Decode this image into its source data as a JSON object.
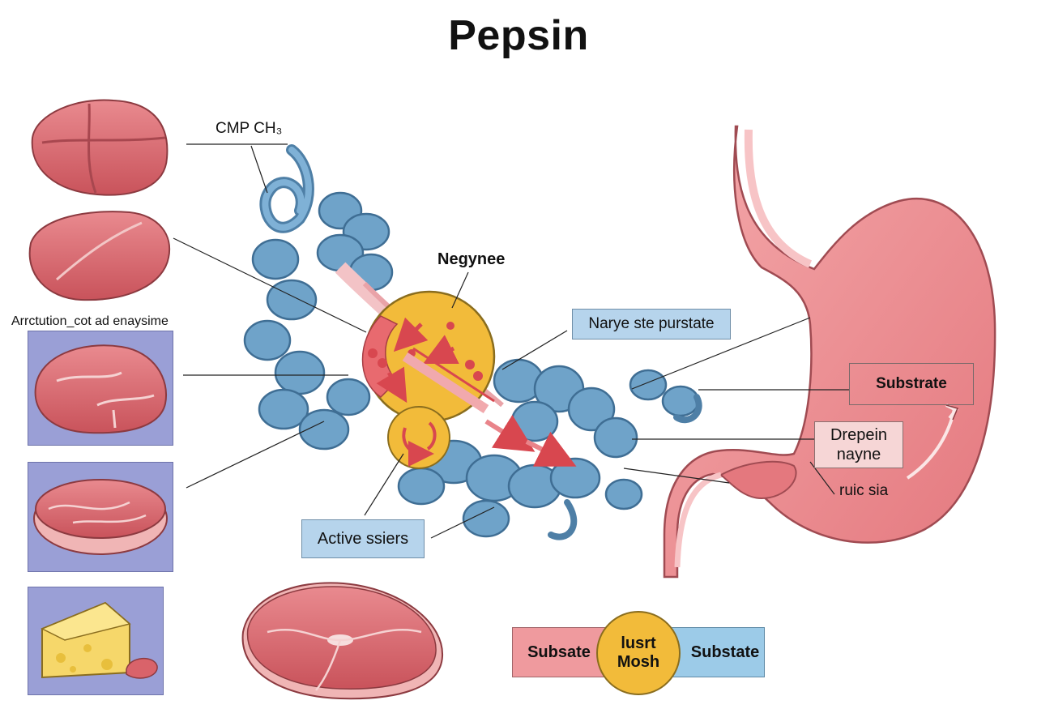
{
  "title": "Pepsin",
  "labels": {
    "cmp": "CMP CH₃",
    "negynee": "Negynee",
    "arrctution": "Arrctution_cot ad enaysime",
    "narye": "Narye ste purstate",
    "substrate_stomach": "Substrate",
    "drepein_line1": "Drepein",
    "drepein_line2": "nayne",
    "ruic": "ruic sia",
    "active": "Active ssiers"
  },
  "legend_bar": {
    "left": "Subsate",
    "center_line1": "lusrt",
    "center_line2": "Mosh",
    "right": "Substate"
  },
  "colors": {
    "protein_blue": "#6fa3c9",
    "active_site_yellow": "#f2bb3a",
    "stomach_pink": "#ef8f93",
    "meat_red": "#d9636a",
    "panel_purple": "#9a9fd6",
    "box_blue": "#b6d4ec"
  },
  "icons": [
    "meat-chunk-icon",
    "steak-icon",
    "cheese-icon",
    "stomach-icon",
    "protein-helix-icon"
  ]
}
